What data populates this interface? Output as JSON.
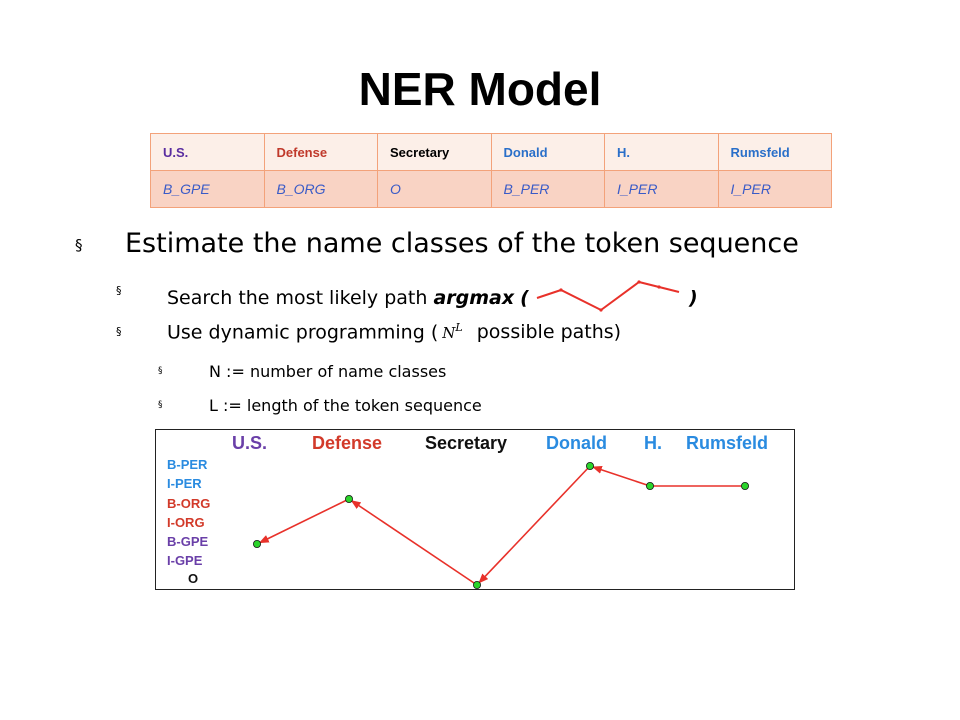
{
  "slide": {
    "title": "NER Model"
  },
  "tag_table": {
    "tokens": [
      "U.S.",
      "Defense",
      "Secretary",
      "Donald",
      "H.",
      "Rumsfeld"
    ],
    "tags": [
      "B_GPE",
      "B_ORG",
      "O",
      "B_PER",
      "I_PER",
      "I_PER"
    ]
  },
  "bullets": {
    "level1": "Estimate the name classes of the token sequence",
    "level2_a_prefix": "Search the most likely path",
    "level2_a_bold": "argmax",
    "level2_a_open": "(",
    "level2_a_close": ")",
    "level2_b_prefix": "Use dynamic programming (",
    "level2_b_math_base": "N",
    "level2_b_math_exp": "L",
    "level2_b_suffix": "possible paths)",
    "level3_a": "N := number of name classes",
    "level3_b": "L := length of the token sequence",
    "marker_glyph": "§"
  },
  "diagram": {
    "tokens": [
      "U.S.",
      "Defense",
      "Secretary",
      "Donald",
      "H.",
      "Rumsfeld"
    ],
    "token_colors": [
      "#6a3fa8",
      "#d23a2a",
      "#111111",
      "#2a8be0",
      "#2a8be0",
      "#2a8be0"
    ],
    "classes": [
      "B-PER",
      "I-PER",
      "B-ORG",
      "I-ORG",
      "B-GPE",
      "I-GPE",
      "O"
    ],
    "class_colors": [
      "#2a8be0",
      "#2a8be0",
      "#d23a2a",
      "#d23a2a",
      "#6a3fa8",
      "#6a3fa8",
      "#111111"
    ],
    "path_classes": [
      "B-GPE",
      "B-ORG",
      "O",
      "B-PER",
      "I-PER",
      "I-PER"
    ],
    "line_color": "#e8312a",
    "node_color": "#2bd42b"
  }
}
